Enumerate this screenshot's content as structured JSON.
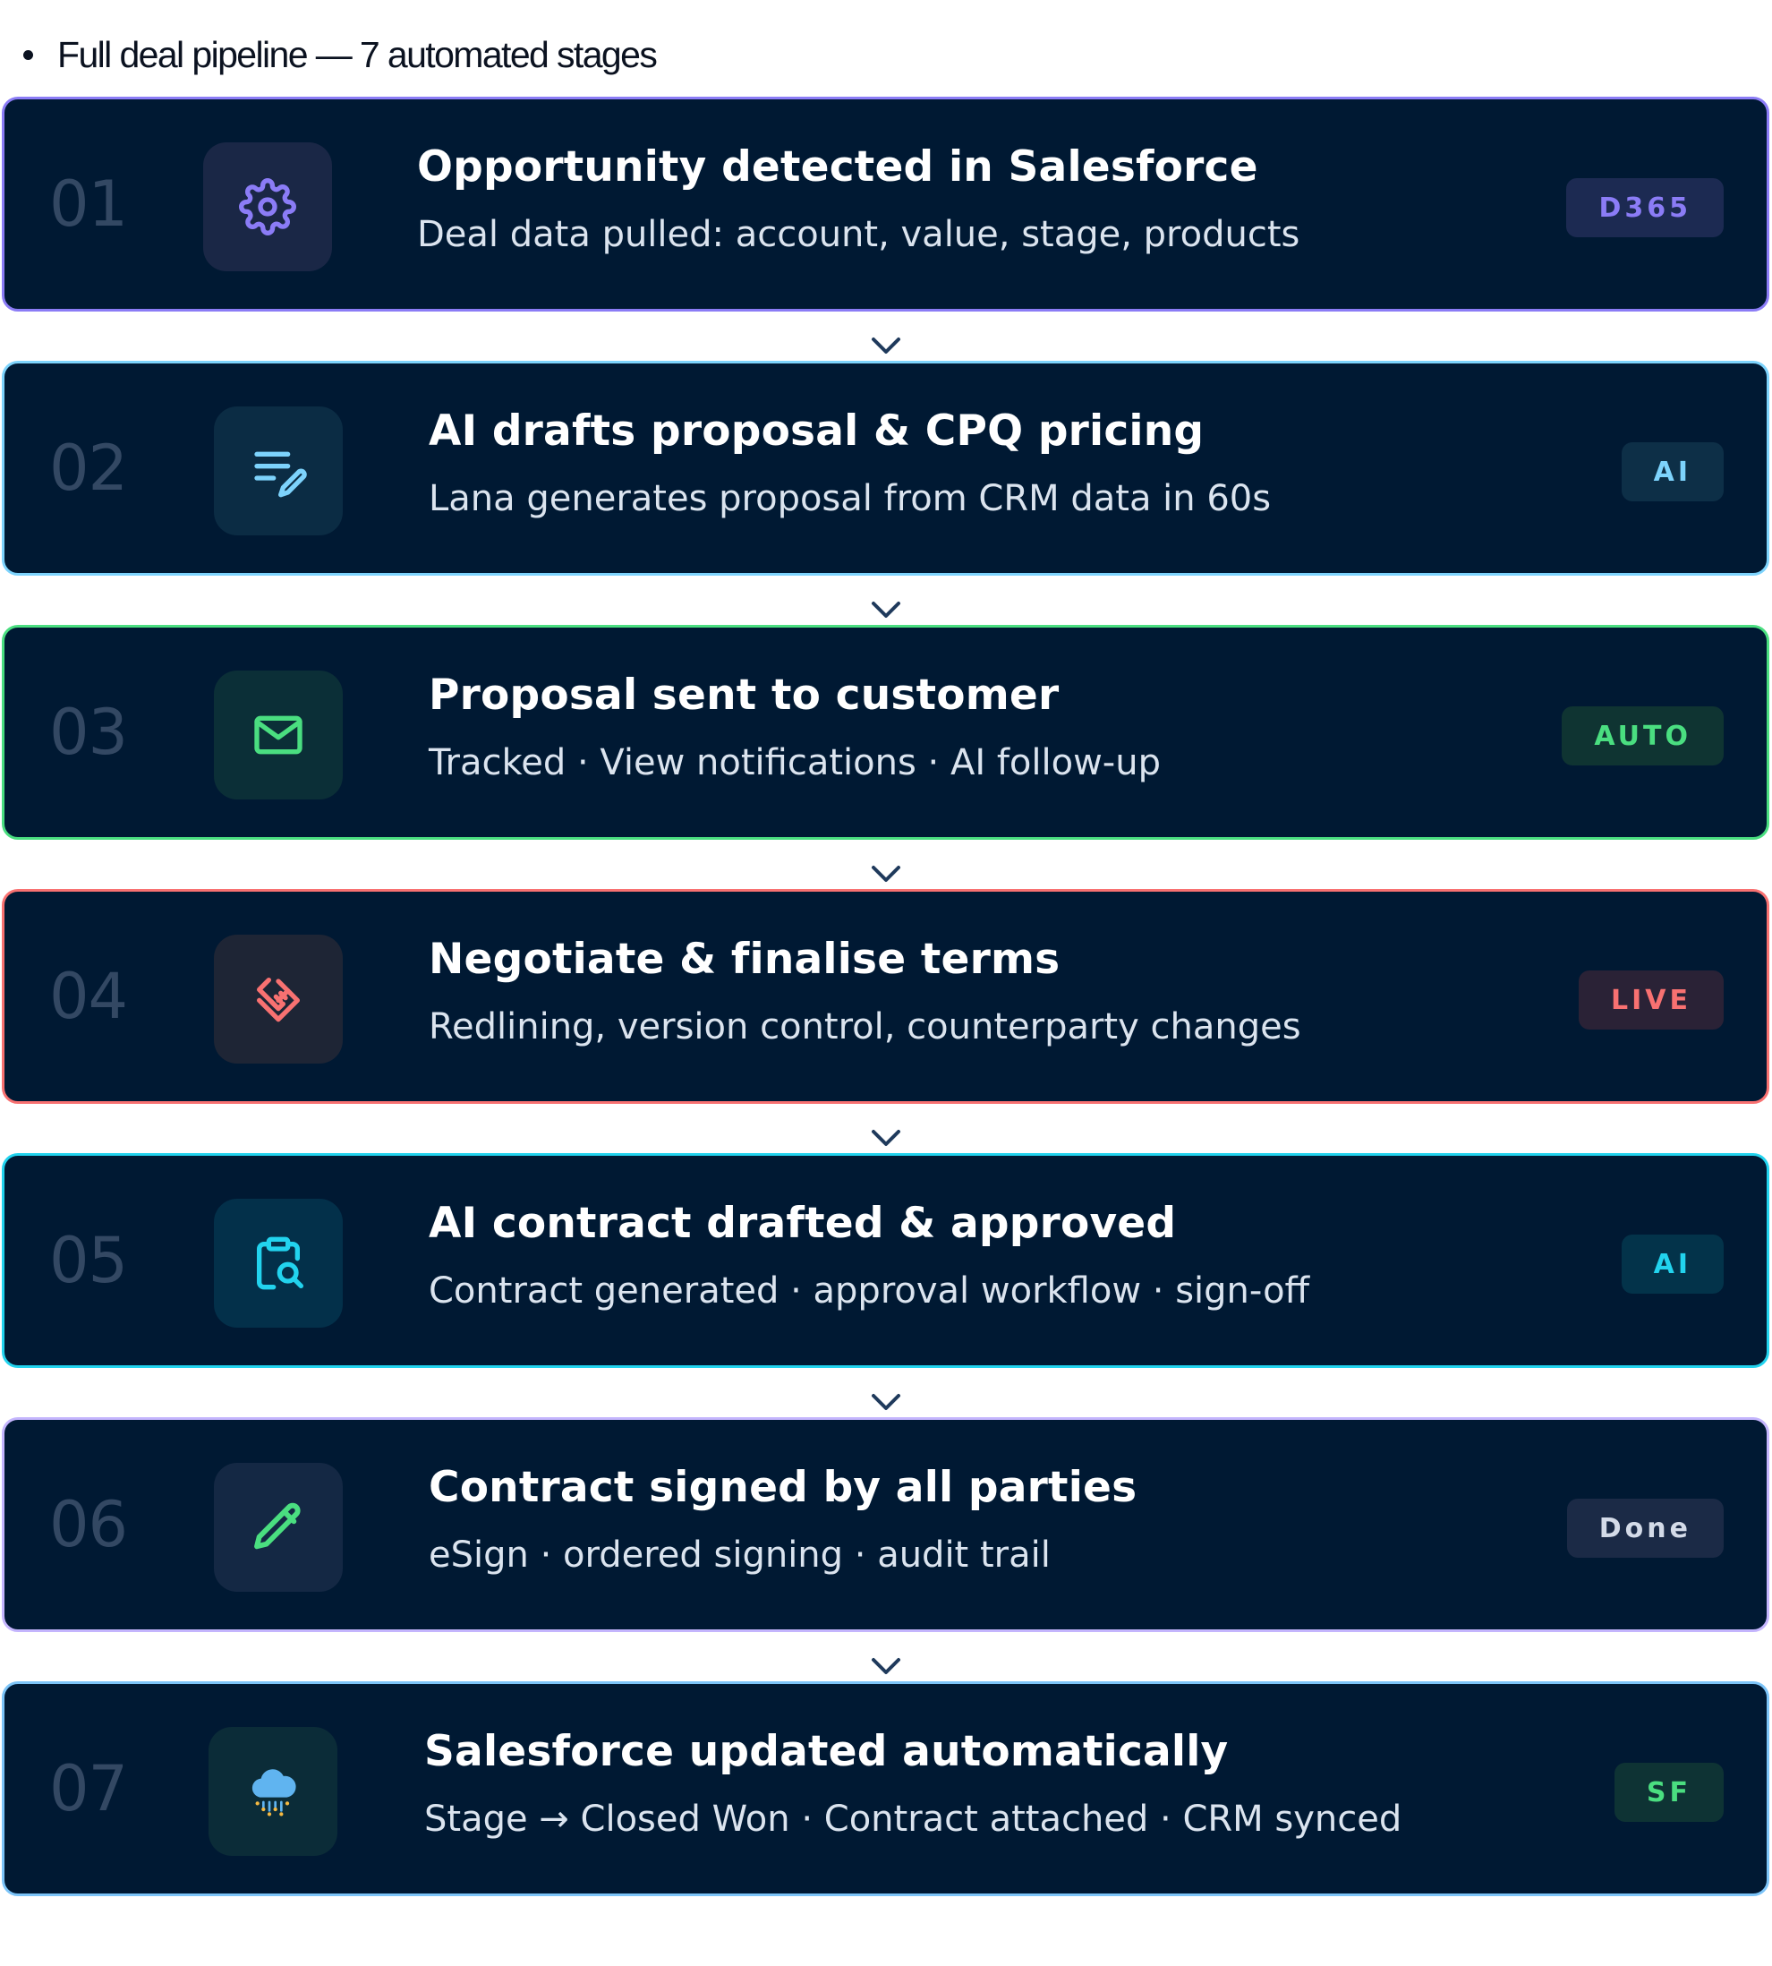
{
  "heading": "Full deal pipeline — 7 automated stages",
  "stages": [
    {
      "number": "01",
      "title": "Opportunity detected in Salesforce",
      "subtitle": "Deal data pulled: account, value, stage, products",
      "badge": "D365",
      "icon": "gear-icon",
      "accent_color": "#8b7cf6",
      "icon_color": "#8b7cf6",
      "badge_bg": "#1c2a52",
      "badge_color": "#8b7cf6"
    },
    {
      "number": "02",
      "title": "AI drafts proposal & CPQ pricing",
      "subtitle": "Lana generates proposal from CRM data in 60s",
      "badge": "AI",
      "icon": "edit-list-icon",
      "accent_color": "#7dd3fc",
      "icon_color": "#7dd3fc",
      "badge_bg": "#0d2f47",
      "badge_color": "#7dd3fc"
    },
    {
      "number": "03",
      "title": "Proposal sent to customer",
      "subtitle": "Tracked · View notifications · AI follow-up",
      "badge": "AUTO",
      "icon": "mail-icon",
      "accent_color": "#4ade80",
      "icon_color": "#4ade80",
      "badge_bg": "#0f3432",
      "badge_color": "#4ade80"
    },
    {
      "number": "04",
      "title": "Negotiate & finalise terms",
      "subtitle": "Redlining, version control, counterparty changes",
      "badge": "LIVE",
      "icon": "handshake-icon",
      "accent_color": "#f87171",
      "icon_color": "#f87171",
      "badge_bg": "#2a2236",
      "badge_color": "#f87171"
    },
    {
      "number": "05",
      "title": "AI contract drafted & approved",
      "subtitle": "Contract generated · approval workflow · sign-off",
      "badge": "AI",
      "icon": "clipboard-search-icon",
      "accent_color": "#22d3ee",
      "icon_color": "#22d3ee",
      "badge_bg": "#03334a",
      "badge_color": "#22d3ee"
    },
    {
      "number": "06",
      "title": "Contract signed by all parties",
      "subtitle": "eSign · ordered signing · audit trail",
      "badge": "Done",
      "icon": "pencil-icon",
      "accent_color": "#c4b5fd",
      "icon_color": "#4ade80",
      "badge_bg": "#1b2a46",
      "badge_color": "#d4dbe8"
    },
    {
      "number": "07",
      "title": "Salesforce updated automatically",
      "subtitle": "Stage → Closed Won · Contract attached · CRM synced",
      "badge": "SF",
      "icon": "cloud-icon",
      "accent_color": "#7cc4f8",
      "icon_color": "#60b4f0",
      "badge_bg": "#0e3334",
      "badge_color": "#4ade80"
    }
  ]
}
